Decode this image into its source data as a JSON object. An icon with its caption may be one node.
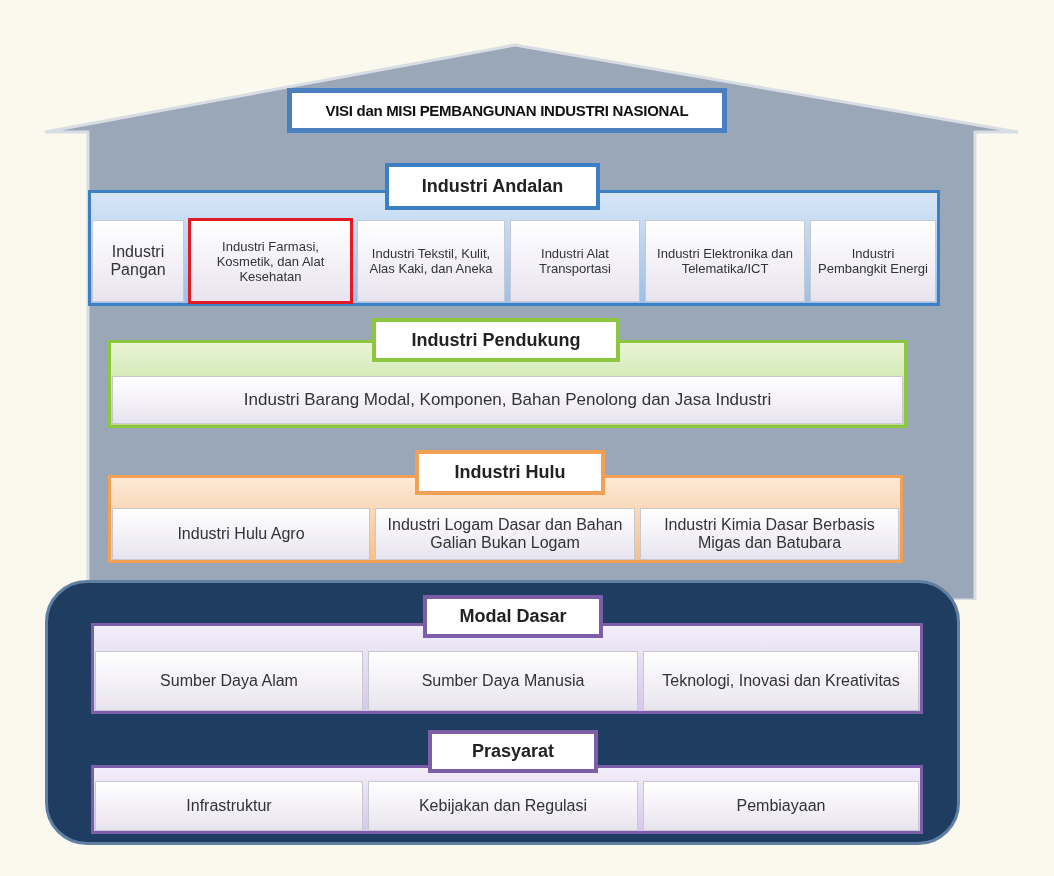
{
  "diagram": {
    "nodes": [
      {
        "text": [],
        "shape": "house"
      },
      {
        "text": [
          "VISI dan MISI PEMBANGUNAN INDUSTRI NASIONAL"
        ],
        "in": 0
      },
      {
        "text": [
          "Industri Andalan"
        ],
        "in": 0
      },
      {
        "text": [
          "Industri Pangan"
        ],
        "in": 2
      },
      {
        "text": [
          "Industri Farmasi, Kosmetik, dan Alat Kesehatan"
        ],
        "in": 2
      },
      {
        "text": [
          "Industri Tekstil, Kulit, Alas Kaki, dan Aneka"
        ],
        "in": 2
      },
      {
        "text": [
          "Industri Alat Transportasi"
        ],
        "in": 2
      },
      {
        "text": [
          "Industri Elektronika dan Telematika/ICT"
        ],
        "in": 2
      },
      {
        "text": [
          "Industri Pembangkit Energi"
        ],
        "in": 2
      },
      {
        "text": [
          "Industri Pendukung"
        ],
        "in": 0
      },
      {
        "text": [
          "Industri Barang Modal, Komponen, Bahan Penolong dan Jasa Industri"
        ],
        "in": 9
      },
      {
        "text": [
          "Industri Hulu"
        ],
        "in": 0
      },
      {
        "text": [
          "Industri Hulu Agro"
        ],
        "in": 11
      },
      {
        "text": [
          "Industri Logam Dasar dan Bahan Galian Bukan Logam"
        ],
        "in": 11
      },
      {
        "text": [
          "Industri Kimia Dasar Berbasis Migas dan Batubara"
        ],
        "in": 11
      },
      {
        "text": [],
        "shape": "box"
      },
      {
        "text": [
          "Modal Dasar"
        ],
        "in": 15
      },
      {
        "text": [
          "Sumber Daya Alam"
        ],
        "in": 16
      },
      {
        "text": [
          "Sumber Daya Manusia"
        ],
        "in": 16
      },
      {
        "text": [
          "Teknologi, Inovasi dan Kreativitas"
        ],
        "in": 16
      },
      {
        "text": [
          "Prasyarat"
        ],
        "in": 15
      },
      {
        "text": [
          "Infrastruktur"
        ],
        "in": 20
      },
      {
        "text": [
          "Kebijakan dan Regulasi"
        ],
        "in": 20
      },
      {
        "text": [
          "Pembiayaan"
        ],
        "in": 20
      }
    ]
  }
}
